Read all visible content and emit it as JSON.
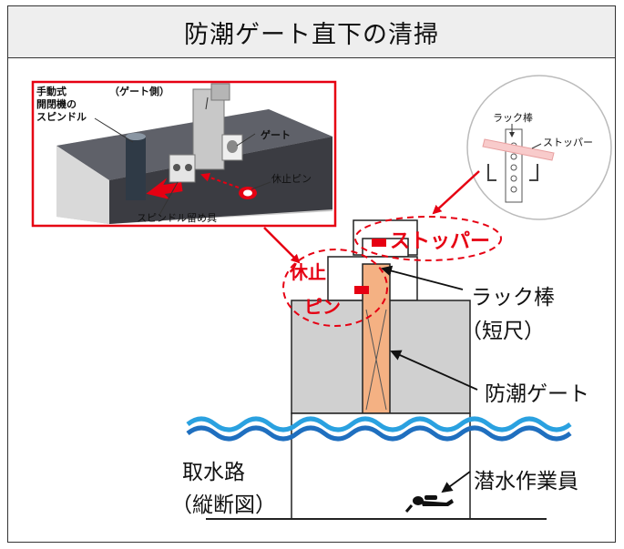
{
  "title": "防潮ゲート直下の清掃",
  "inset": {
    "spindle_label": [
      "手動式",
      "開閉機の",
      "スピンドル"
    ],
    "gate_side": "（ゲート側）",
    "gate": "ゲート",
    "rest_pin": "休止ピン",
    "spindle_fastener": "スピンドル留め具"
  },
  "circle_inset": {
    "rack_rod": "ラック棒",
    "stopper": "ストッパー"
  },
  "callouts": {
    "stopper": "ストッパー",
    "rest_pin_line1": "休止",
    "rest_pin_line2": "ピン"
  },
  "labels": {
    "rack_rod_line1": "ラック棒",
    "rack_rod_line2": "（短尺）",
    "gate": "防潮ゲート",
    "channel_line1": "取水路",
    "channel_line2": "（縦断図）",
    "diver": "潜水作業員"
  },
  "colors": {
    "accent_red": "#e60012",
    "gate_orange": "#f4b183",
    "concrete": "#d0d0d0",
    "water_blue": "#2aa1e0"
  }
}
